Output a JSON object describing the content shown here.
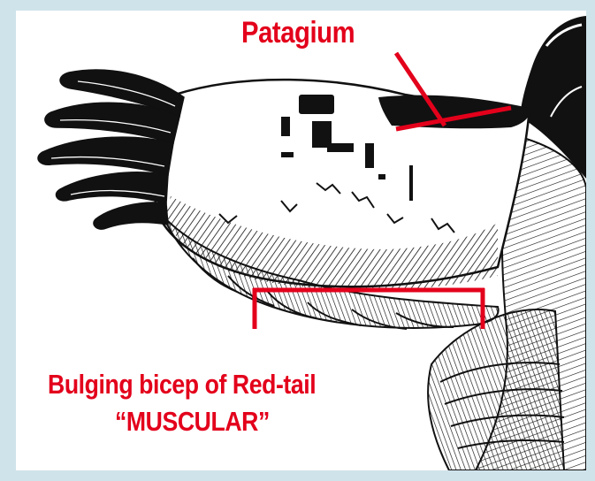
{
  "colors": {
    "background": "#cfe3ea",
    "panel": "#ffffff",
    "ink": "#111111",
    "annotation": "#e3001b"
  },
  "labels": {
    "patagium": "Patagium",
    "bicep": "Bulging bicep of Red-tail",
    "muscular": "“MUSCULAR”"
  }
}
